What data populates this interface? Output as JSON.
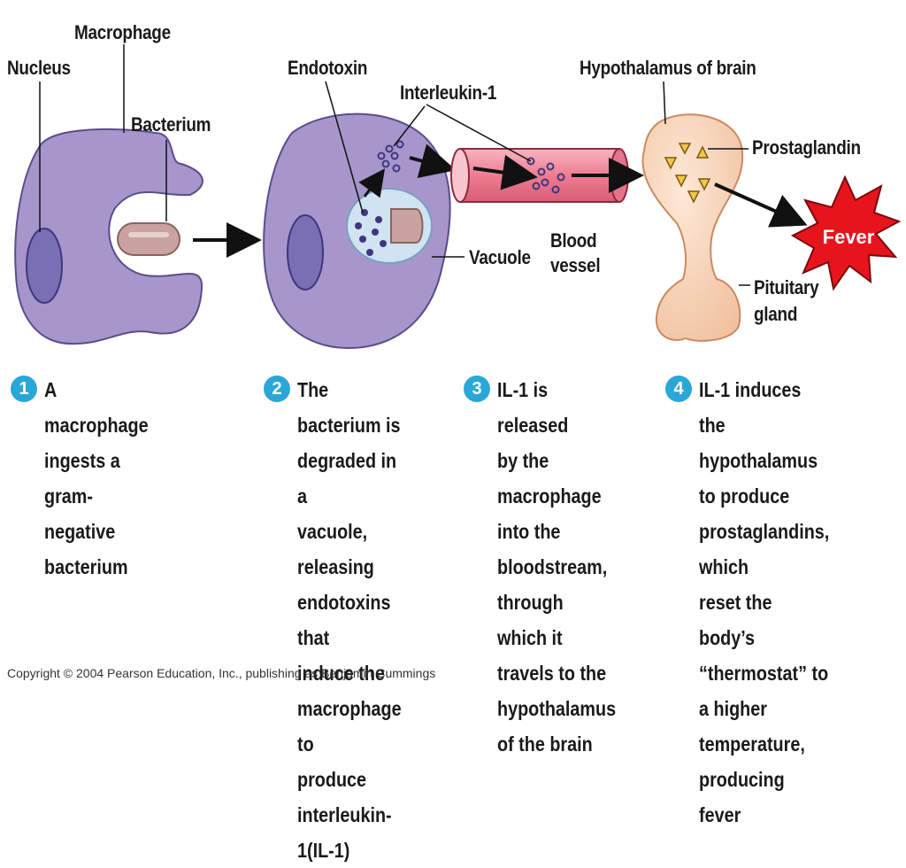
{
  "labels": {
    "macrophage": "Macrophage",
    "nucleus": "Nucleus",
    "bacterium": "Bacterium",
    "endotoxin": "Endotoxin",
    "interleukin": "Interleukin-1",
    "vacuole": "Vacuole",
    "blood_vessel": "Blood\nvessel",
    "hypothalamus": "Hypothalamus of brain",
    "prostaglandin": "Prostaglandin",
    "pituitary": "Pituitary\ngland",
    "fever": "Fever"
  },
  "steps": [
    {
      "num": "1",
      "text": "A macrophage ingests a\ngram-negative bacterium"
    },
    {
      "num": "2",
      "text": "The bacterium is\ndegraded in a\nvacuole, releasing\nendotoxins that\ninduce the\nmacrophage to\nproduce\ninterleukin-1(IL-1)"
    },
    {
      "num": "3",
      "text": "IL-1 is released\nby the macrophage\ninto the bloodstream,\nthrough which it\ntravels to the\nhypothalamus\nof the brain"
    },
    {
      "num": "4",
      "text": "IL-1 induces the\nhypothalamus to produce\nprostaglandins, which\nreset the body’s\n“thermostat” to a higher\ntemperature, producing\nfever"
    }
  ],
  "copyright": "Copyright © 2004 Pearson Education, Inc., publishing as Benjamin Cummings",
  "colors": {
    "cell": "#a796cc",
    "nucleus": "#7a6fb5",
    "bacterium": "#c9a3a0",
    "vessel": "#f08a9c",
    "brain": "#f7d2b3",
    "fever": "#e8141c",
    "step_badge": "#2aa7d6"
  }
}
